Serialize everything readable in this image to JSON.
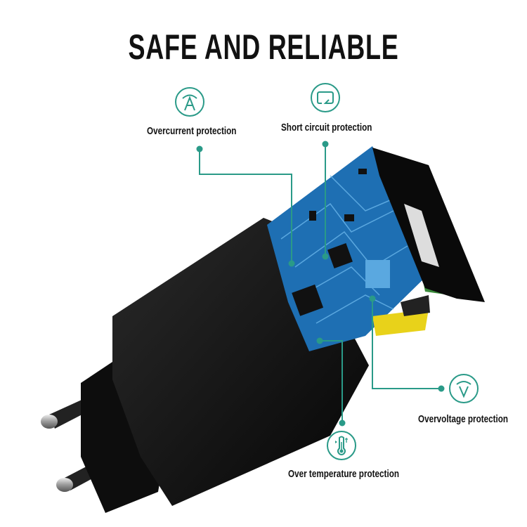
{
  "title": "SAFE AND RELIABLE",
  "accent_color": "#2a9a88",
  "features": [
    {
      "label": "Overcurrent protection",
      "icon": "ampere-icon"
    },
    {
      "label": "Short circuit protection",
      "icon": "short-circuit-icon"
    },
    {
      "label": "Overvoltage protection",
      "icon": "voltage-icon"
    },
    {
      "label": "Over temperature protection",
      "icon": "thermometer-icon"
    }
  ]
}
